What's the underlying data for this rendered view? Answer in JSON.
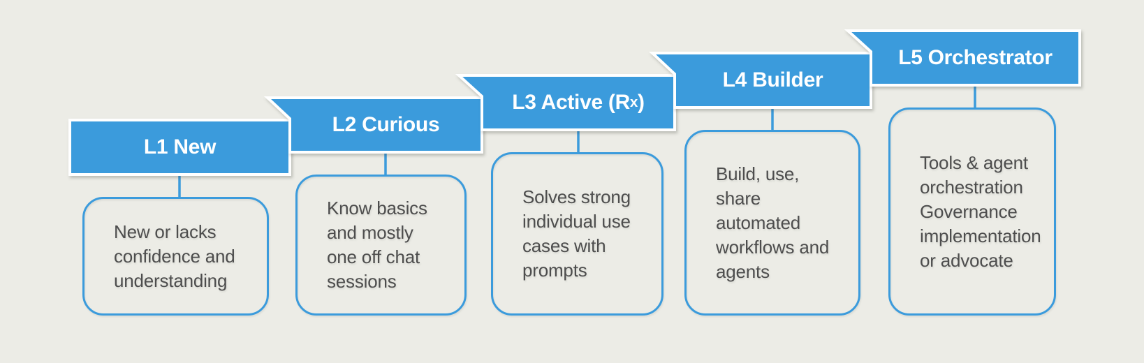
{
  "diagram": {
    "name": "AI maturity levels ribbon staircase",
    "levels": [
      {
        "id": "L1",
        "banner": "L1 New",
        "description_lines": [
          "New or lacks",
          "confidence and",
          "understanding"
        ]
      },
      {
        "id": "L2",
        "banner": "L2 Curious",
        "description_lines": [
          "Know basics",
          "and mostly",
          "one off chat",
          "sessions"
        ]
      },
      {
        "id": "L3",
        "banner": "L3 Active (Rx)",
        "banner_parts": {
          "pre": "L3 Active (R",
          "sub": "x",
          "post": ")"
        },
        "description_lines": [
          "Solves strong",
          "individual use",
          "cases with",
          "prompts"
        ]
      },
      {
        "id": "L4",
        "banner": "L4 Builder",
        "description_lines": [
          "Build, use,",
          "share",
          "automated",
          "workflows and",
          "agents"
        ]
      },
      {
        "id": "L5",
        "banner": "L5 Orchestrator",
        "description_lines": [
          "Tools & agent",
          "orchestration",
          "Governance",
          "implementation",
          "or advocate"
        ]
      }
    ],
    "colors": {
      "accent_blue": "#3b9bdc",
      "background": "#ecece6",
      "box_text": "#4d4d4d",
      "banner_text": "#ffffff",
      "banner_border": "#ffffff"
    }
  }
}
